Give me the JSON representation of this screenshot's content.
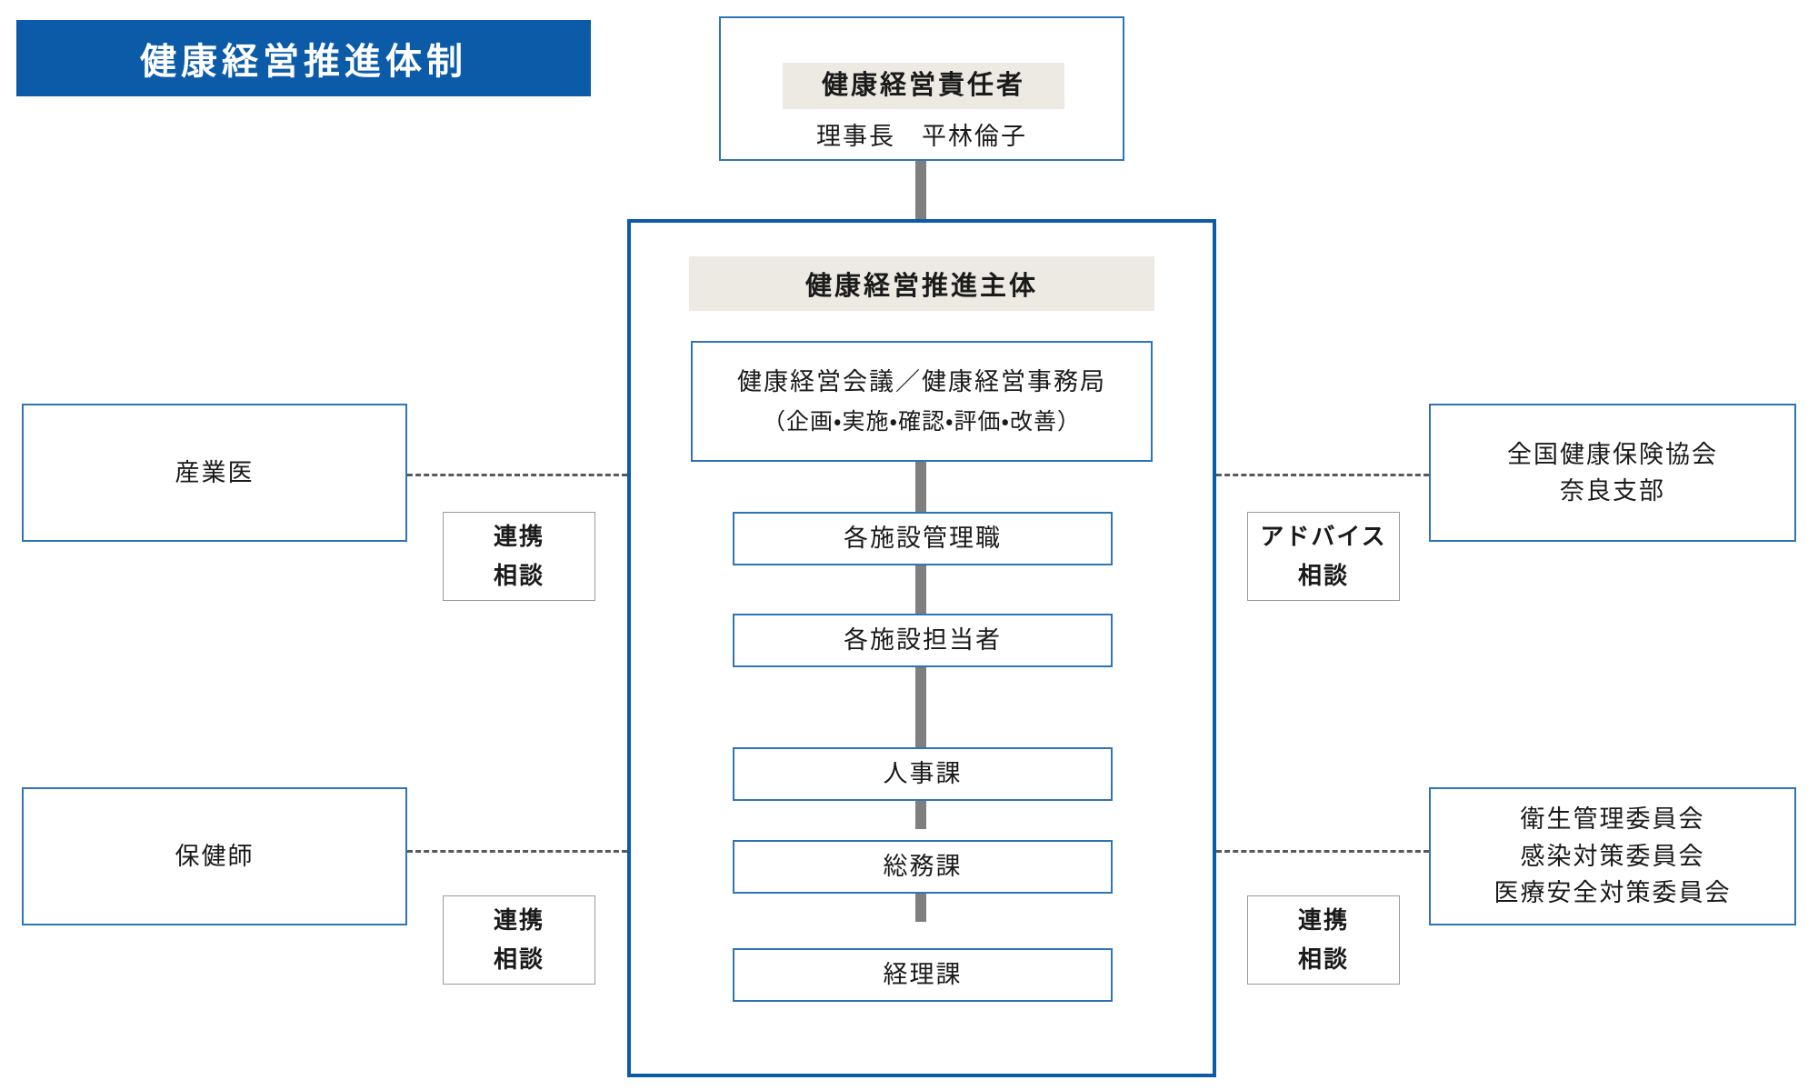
{
  "page": {
    "title": "健康経営推進体制",
    "accent_blue": "#0B5BA8",
    "node_border_blue": "#2E75B6",
    "band_beige": "#EDEAE4",
    "connector_gray": "#7F7F7F",
    "dashed_gray": "#595959"
  },
  "top_node": {
    "header": "健康経営責任者",
    "person_title": "理事長",
    "person_name": "平林倫子",
    "person_line": "理事長　平林倫子"
  },
  "main_container": {
    "header": "健康経営推進主体",
    "primary_node": {
      "line1": "健康経営会議／健康経営事務局",
      "line2": "（企画・実施・確認・評価・改善）"
    },
    "nodes": [
      {
        "label": "各施設管理職"
      },
      {
        "label": "各施設担当者"
      },
      {
        "label": "人事課"
      },
      {
        "label": "総務課"
      },
      {
        "label": "経理課"
      }
    ]
  },
  "left_nodes": [
    {
      "label": "産業医"
    },
    {
      "label": "保健師"
    }
  ],
  "right_nodes": [
    {
      "line1": "全国健康保険協会",
      "line2": "奈良支部"
    },
    {
      "line1": "衛生管理委員会",
      "line2": "感染対策委員会",
      "line3": "医療安全対策委員会"
    }
  ],
  "relation_tags": [
    {
      "line1": "連携",
      "line2": "相談"
    },
    {
      "line1": "連携",
      "line2": "相談"
    },
    {
      "line1": "アドバイス",
      "line2": "相談"
    },
    {
      "line1": "連携",
      "line2": "相談"
    }
  ]
}
